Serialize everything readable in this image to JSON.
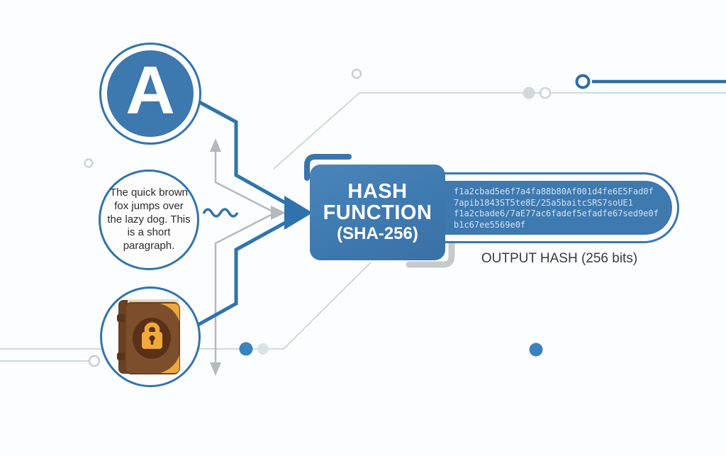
{
  "inputs": {
    "letter": "A",
    "paragraph": "The quick brown fox jumps over the lazy dog. This is a short paragraph.",
    "book_icon": "locked-book-icon"
  },
  "hash_function": {
    "line1": "HASH",
    "line2": "FUNCTION",
    "line3": "(SHA-256)"
  },
  "output": {
    "hash_lines": [
      "f1a2cbad5e6f7a4fa88b80Af001d4fe6E5Fad0f",
      "7apib1843ST5te8E/25a5baitcSRS7soUE1",
      "f1a2cbade6/7aE77ac6fadef5efadfe67sed9e0f",
      "b1c67ee5569e0f"
    ],
    "label": "OUTPUT HASH (256 bits)"
  },
  "colors": {
    "primary_blue": "#2f73ae",
    "box_blue": "#3e79b0",
    "arrow_gray": "#b4b9be",
    "circuit_line": "#ccd8e4",
    "hash_text": "#cfe2f2",
    "label_text": "#3a3a3a",
    "book_brown": "#7d4e2b",
    "lock_gold": "#f0a93a"
  }
}
